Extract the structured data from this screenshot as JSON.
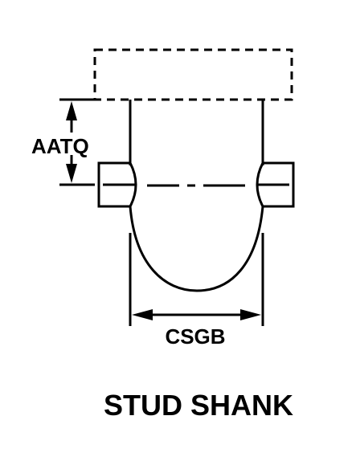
{
  "diagram": {
    "dimension_height_label": "AATQ",
    "dimension_width_label": "CSGB",
    "title": "STUD SHANK"
  }
}
